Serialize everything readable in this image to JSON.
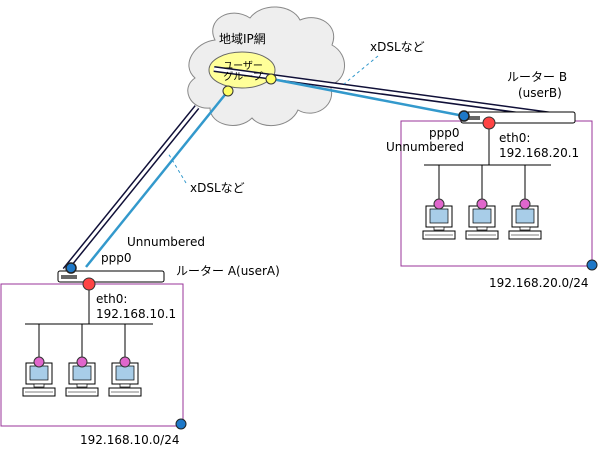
{
  "cloud": {
    "label": "地域IP網"
  },
  "user_group": {
    "line1": "ユーザー",
    "line2": "グループ"
  },
  "links": {
    "xdsl_b": "xDSLなど",
    "xdsl_a": "xDSLなど"
  },
  "router_a": {
    "name": "ルーター A(userA)",
    "ppp": "ppp0",
    "unnumbered": "Unnumbered",
    "eth_label": "eth0:",
    "eth_ip": "192.168.10.1",
    "network": "192.168.10.0/24"
  },
  "router_b": {
    "name": "ルーター B",
    "user": "(userB)",
    "ppp": "ppp0",
    "unnumbered": "Unnumbered",
    "eth_label": "eth0:",
    "eth_ip": "192.168.20.1",
    "network": "192.168.20.0/24"
  },
  "colors": {
    "tunnel_dark": "#101038",
    "tunnel_light": "#3399cc",
    "lan_border": "#993399",
    "iface_red": "#ff4444",
    "iface_blue": "#1e78c8",
    "iface_yellow": "#ffff66",
    "pc_node": "#e066cc"
  }
}
